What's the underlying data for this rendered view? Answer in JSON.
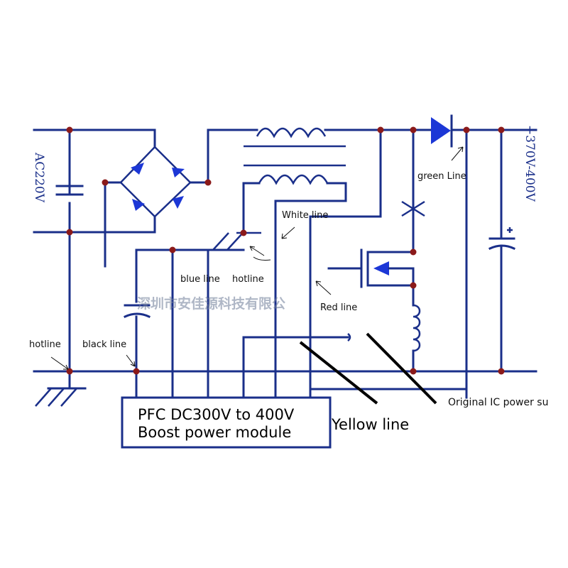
{
  "diagram": {
    "input_label": "AC220V",
    "output_label": "+370V-400V",
    "watermark": "深圳市安佳源科技有限公",
    "module": {
      "line1": "PFC DC300V to 400V",
      "line2": "Boost power module"
    },
    "annotations": {
      "green_line": "green Line",
      "white_line": "White line",
      "red_line": "Red line",
      "blue_line": "blue line",
      "hotline_upper": "hotline",
      "hotline_left": "hotline",
      "black_line": "black line",
      "yellow_line": "Yellow line",
      "original_ic": "Original IC power su"
    },
    "colors": {
      "wire": "#1a2f8a",
      "node": "#8b1a1a",
      "diode": "#1c37d6"
    }
  }
}
